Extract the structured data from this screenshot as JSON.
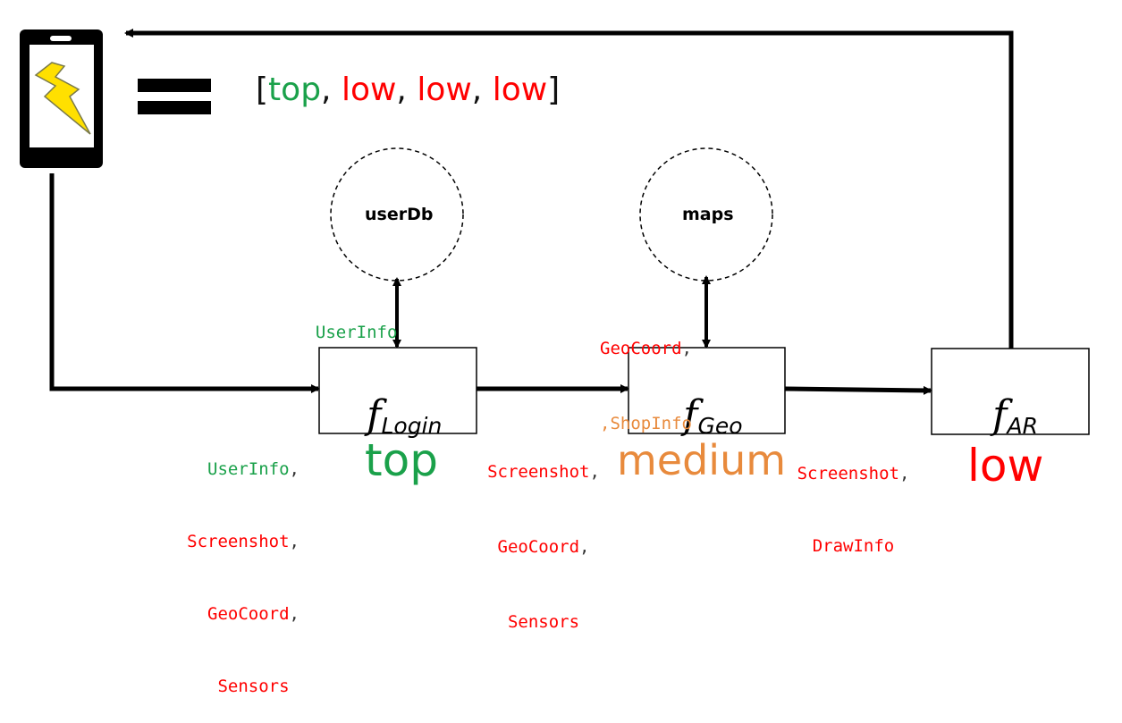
{
  "colors": {
    "top": "#1aa14a",
    "medium": "#e88a3c",
    "low": "#ff0000",
    "line": "#000000"
  },
  "summary": {
    "open": "[",
    "close": "]",
    "sep": ", ",
    "items": [
      {
        "text": "top",
        "level": "top"
      },
      {
        "text": "low",
        "level": "low"
      },
      {
        "text": "low",
        "level": "low"
      },
      {
        "text": "low",
        "level": "low"
      }
    ]
  },
  "databases": {
    "userdb": "userDb",
    "maps": "maps"
  },
  "functions": {
    "login": {
      "f": "f",
      "sub": "Login",
      "level_label": "top"
    },
    "geo": {
      "f": "f",
      "sub": "Geo",
      "level_label": "medium"
    },
    "ar": {
      "f": "f",
      "sub": "AR",
      "level_label": "low"
    }
  },
  "edges": {
    "userdb_link": [
      {
        "text": "UserInfo",
        "level": "top"
      }
    ],
    "maps_link": [
      {
        "text": "GeoCoord",
        "level": "low",
        "suffix": ","
      },
      {
        "text": ",ShopInfo",
        "level": "medium"
      }
    ],
    "to_login": [
      {
        "text": "UserInfo",
        "level": "top",
        "suffix": ","
      },
      {
        "text": "Screenshot",
        "level": "low",
        "suffix": ","
      },
      {
        "text": "GeoCoord",
        "level": "low",
        "suffix": ","
      },
      {
        "text": "Sensors",
        "level": "low"
      }
    ],
    "login_to_geo": [
      {
        "text": "Screenshot",
        "level": "low",
        "suffix": ","
      },
      {
        "text": "GeoCoord",
        "level": "low",
        "suffix": ","
      },
      {
        "text": "Sensors",
        "level": "low"
      }
    ],
    "geo_to_ar": [
      {
        "text": "Screenshot",
        "level": "low",
        "suffix": ","
      },
      {
        "text": "DrawInfo",
        "level": "low"
      }
    ]
  }
}
